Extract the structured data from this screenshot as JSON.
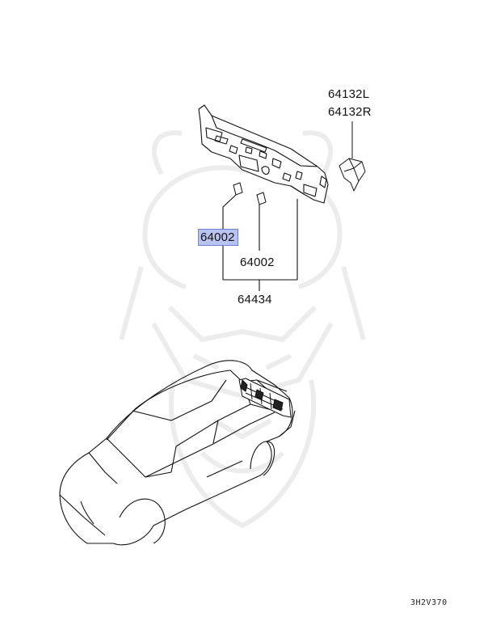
{
  "diagram": {
    "callouts": {
      "bracket_left": "64132L",
      "bracket_right": "64132R",
      "clip_highlighted": "64002",
      "clip": "64002",
      "panel_assembly": "64434"
    },
    "drawing_code": "3H2V370"
  }
}
